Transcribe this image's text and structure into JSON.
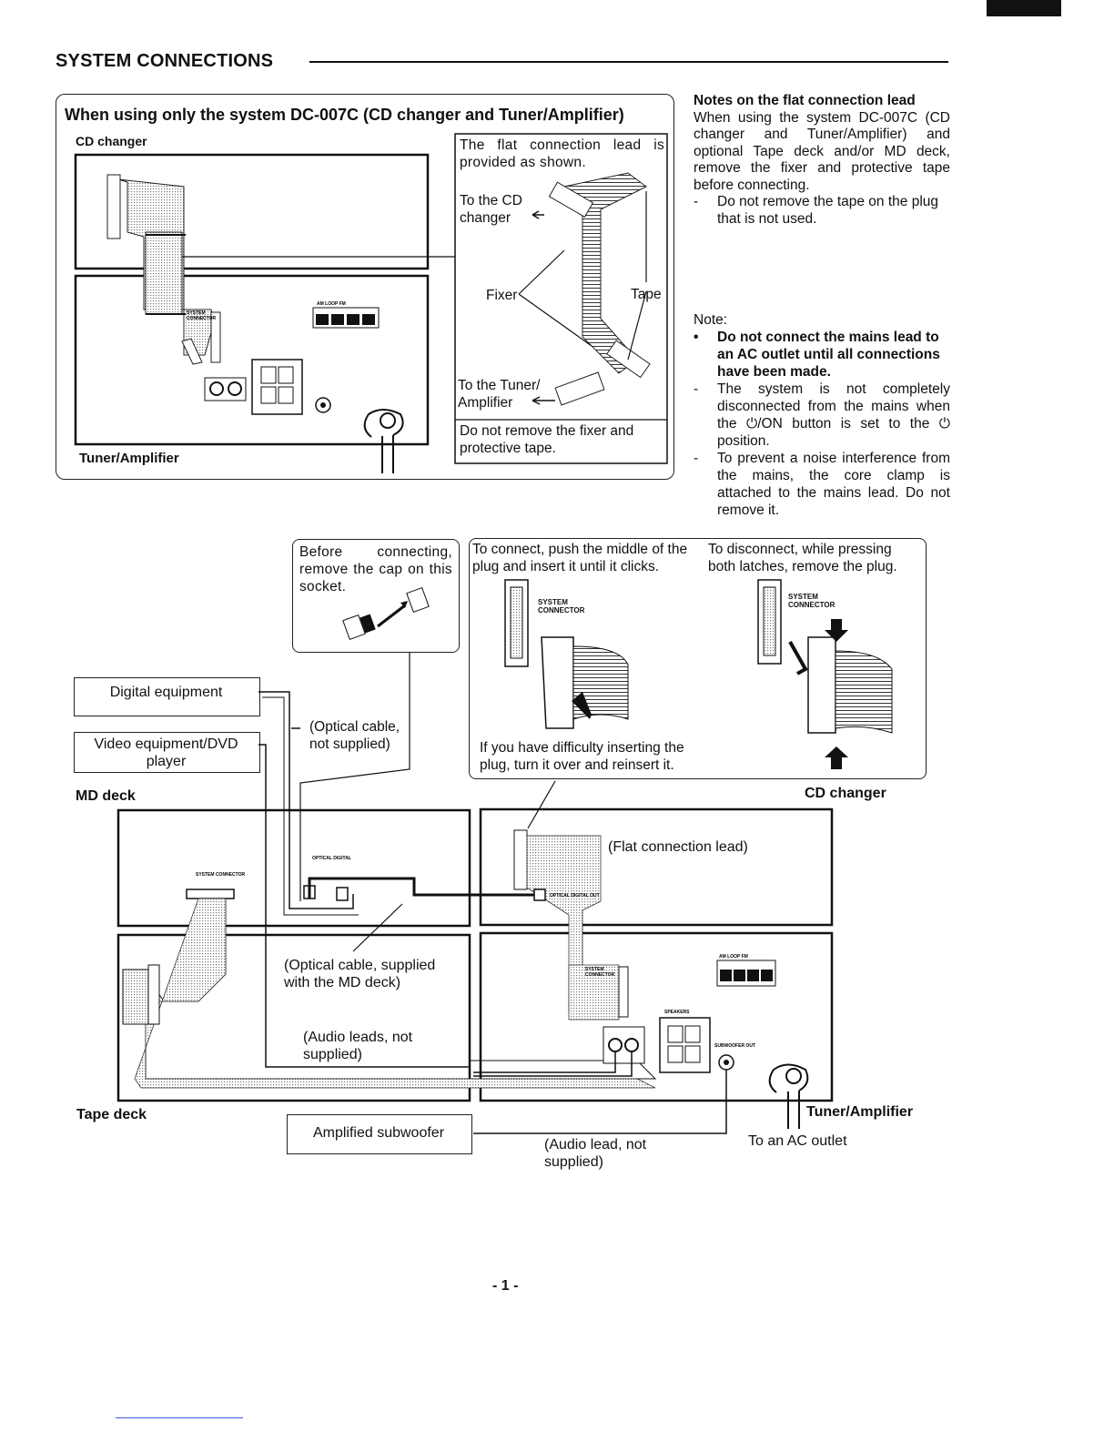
{
  "header": {
    "title": "SYSTEM CONNECTIONS"
  },
  "top_panel": {
    "title": "When using only the system DC-007C (CD changer and Tuner/Amplifier)",
    "cd_changer_label": "CD changer",
    "tuner_label": "Tuner/Amplifier",
    "flat_lead_text": "The flat connection lead is provided as shown.",
    "to_cd_changer": "To the CD changer",
    "fixer_label": "Fixer",
    "tape_label": "Tape",
    "to_tuner": "To the Tuner/ Amplifier",
    "do_not_remove": "Do not remove the fixer and protective tape."
  },
  "notes_flat": {
    "heading": "Notes on the flat connection lead",
    "body": "When using the system DC-007C (CD changer and Tuner/Amplifier) and optional Tape deck and/or MD deck, remove the fixer and protective tape before connecting.",
    "bullet": "Do not remove the tape on the plug that is not used."
  },
  "note": {
    "heading": "Note:",
    "bullet1": "Do not connect the mains lead to an AC outlet until all connections have been made.",
    "bullet2": "The system is not completely disconnected from the mains when the ⏻/ON button is set to the ⏻ position.",
    "bullet3": "To prevent a noise interference from the mains, the core clamp is attached to the mains lead. Do not remove it."
  },
  "callouts": {
    "before_connecting": "Before connecting, remove the cap on this socket.",
    "to_connect": "To connect, push the middle of the plug and insert it until it clicks.",
    "to_disconnect": "To disconnect, while pressing both latches, remove the plug.",
    "difficulty": "If you have difficulty inserting the plug, turn it over and reinsert it.",
    "system_connector": "SYSTEM CONNECTOR"
  },
  "main_diagram": {
    "digital_equipment": "Digital equipment",
    "video_equipment": "Video equipment/DVD player",
    "optical_not_supplied": "(Optical cable, not supplied)",
    "md_deck": "MD deck",
    "cd_changer": "CD changer",
    "flat_connection_lead": "(Flat connection lead)",
    "optical_supplied": "(Optical cable, supplied with the MD deck)",
    "audio_leads_not_supplied": "(Audio leads, not supplied)",
    "tape_deck": "Tape deck",
    "amplified_subwoofer": "Amplified subwoofer",
    "audio_lead_not_supplied": "(Audio lead, not supplied)",
    "tuner_amplifier": "Tuner/Amplifier",
    "to_ac_outlet": "To an AC outlet"
  },
  "footer": {
    "page_number": "- 1 -"
  }
}
